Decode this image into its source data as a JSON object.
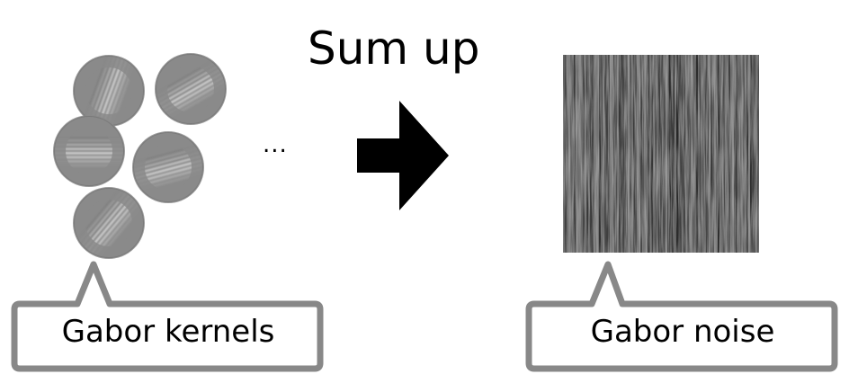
{
  "title": "Sum up",
  "ellipsis": "...",
  "labels": {
    "kernels": "Gabor kernels",
    "noise": "Gabor noise"
  },
  "kernels": [
    {
      "orientation_deg": 20,
      "frequency": 0.22
    },
    {
      "orientation_deg": 60,
      "frequency": 0.22
    },
    {
      "orientation_deg": 90,
      "frequency": 0.22
    },
    {
      "orientation_deg": 75,
      "frequency": 0.22
    },
    {
      "orientation_deg": 40,
      "frequency": 0.22
    }
  ],
  "noise": {
    "orientation": "vertical"
  },
  "colors": {
    "kernel_gray": "#8a8a8a",
    "noise_gray": "#4a4a4a",
    "callout_stroke": "#888888",
    "arrow": "#000000"
  }
}
